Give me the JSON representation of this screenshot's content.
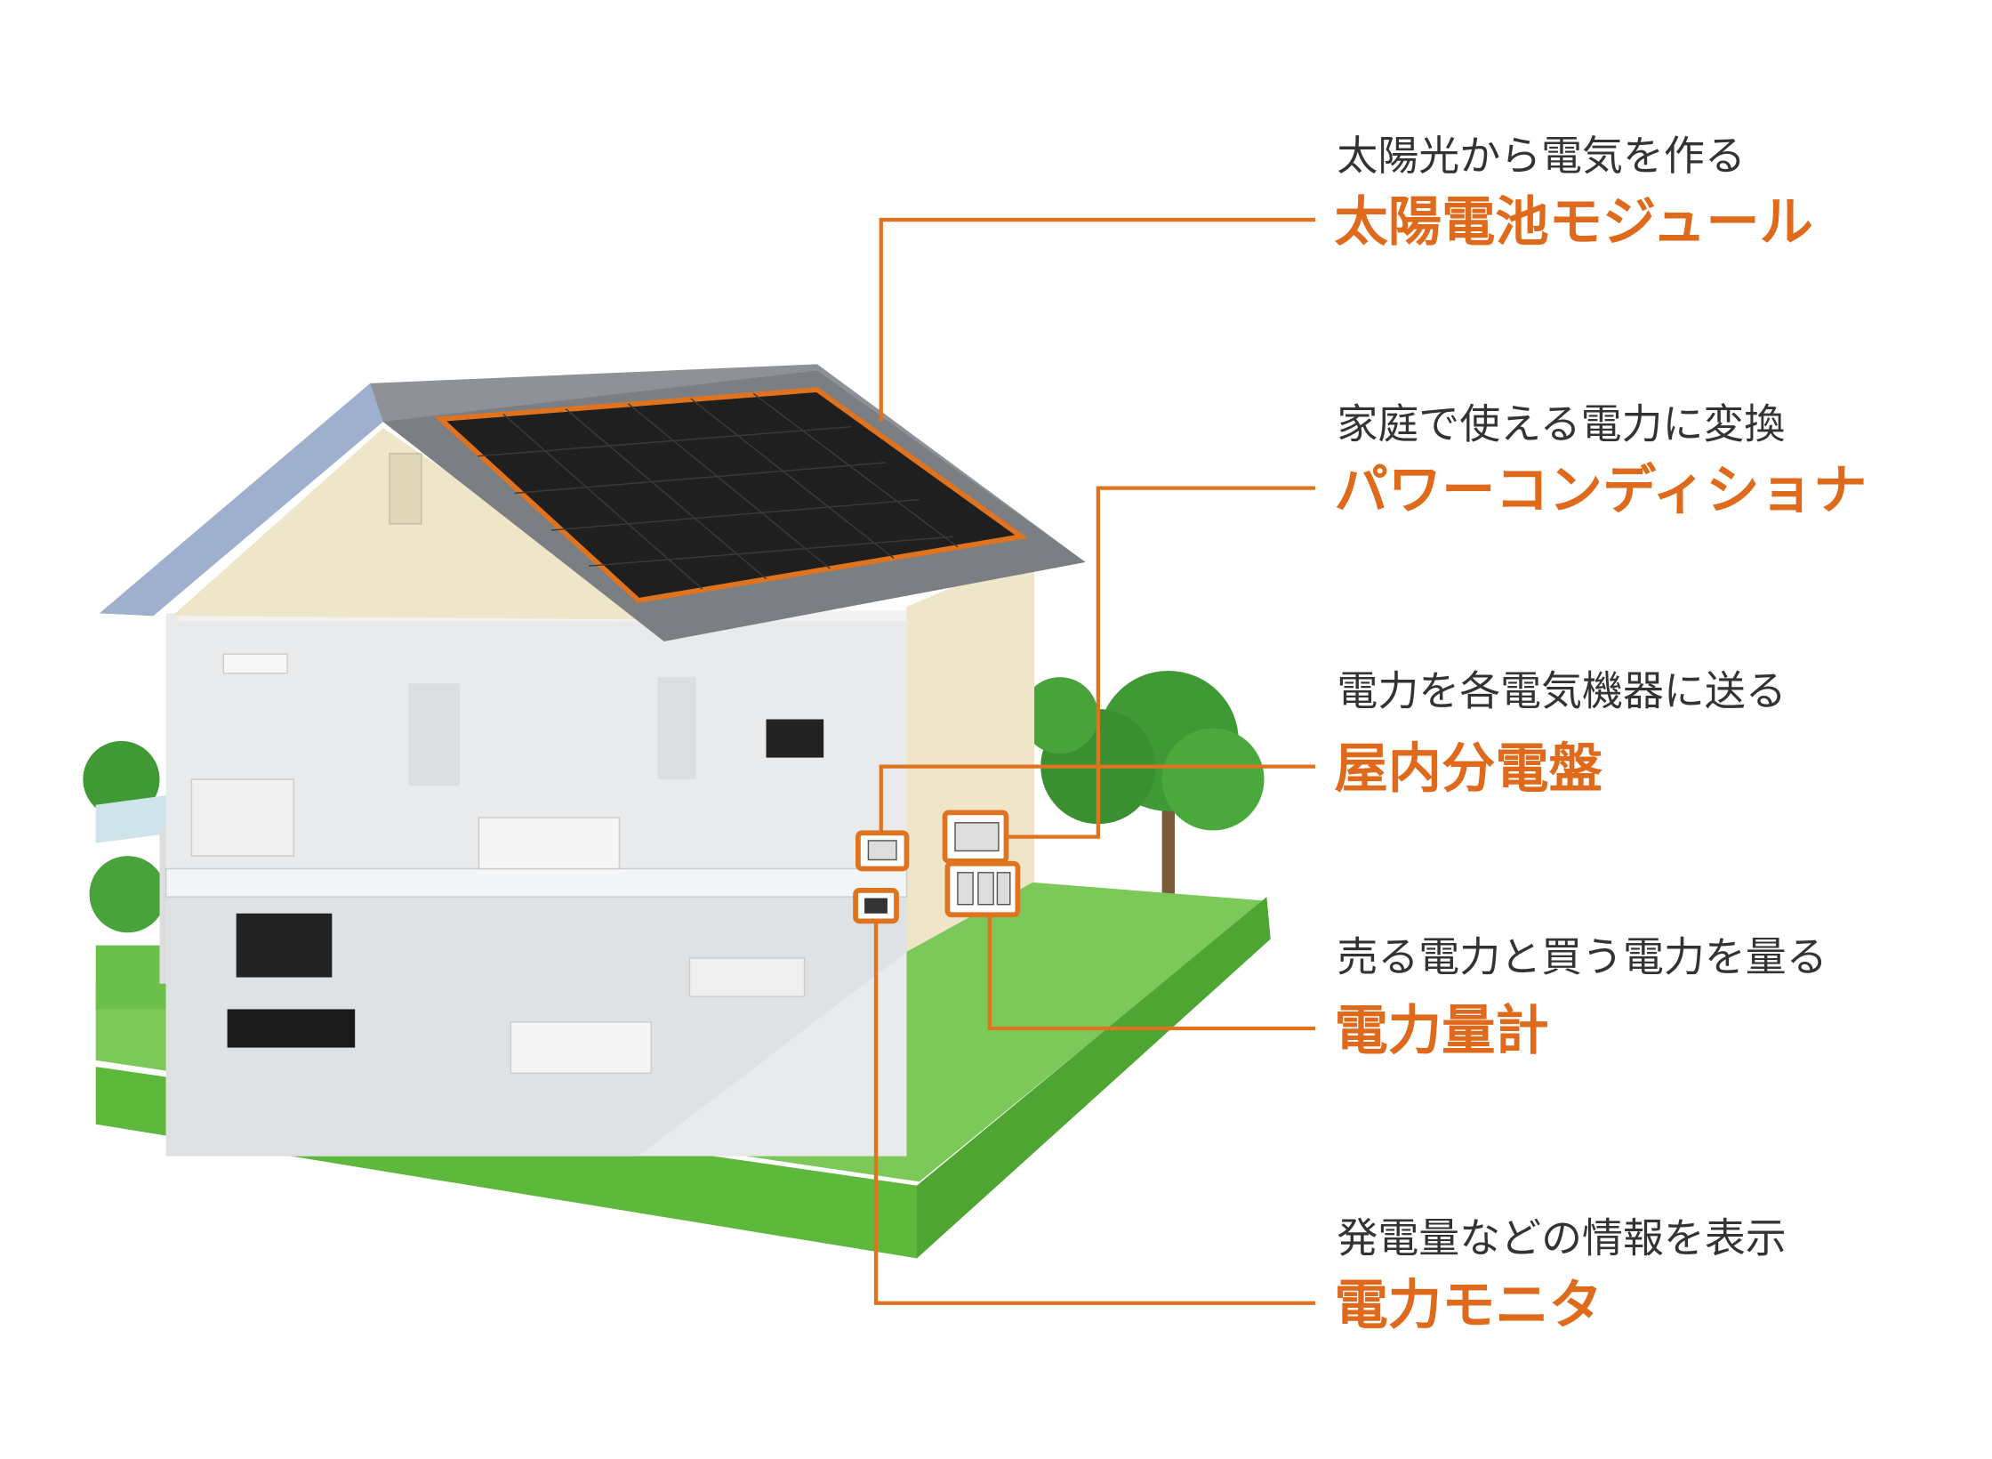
{
  "colors": {
    "accent": "#e06a1c",
    "text": "#333333",
    "lawn": "#7cc95a",
    "panel": "#1f1f1f"
  },
  "labels": [
    {
      "sub": "太陽光から電気を作る",
      "main": "太陽電池モジュール"
    },
    {
      "sub": "家庭で使える電力に変換",
      "main": "パワーコンディショナ"
    },
    {
      "sub": "電力を各電気機器に送る",
      "main": "屋内分電盤"
    },
    {
      "sub": "売る電力と買う電力を量る",
      "main": "電力量計"
    },
    {
      "sub": "発電量などの情報を表示",
      "main": "電力モニタ"
    }
  ]
}
